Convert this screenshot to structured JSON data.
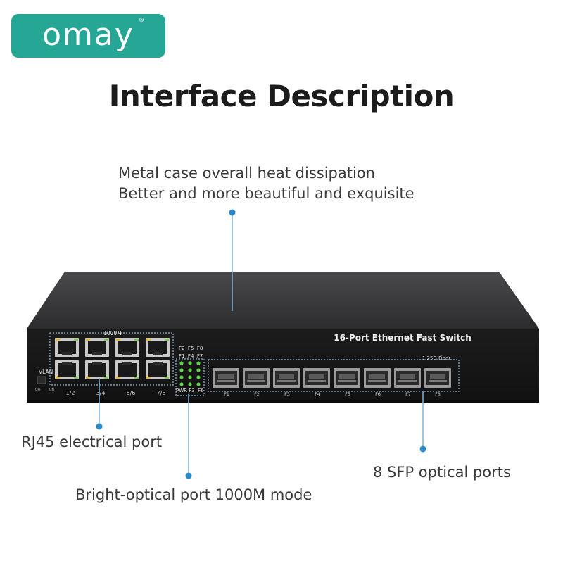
{
  "brand": {
    "logo_text": "omay",
    "reg_mark": "®",
    "brand_color": "#26a795"
  },
  "title": "Interface Description",
  "notes": {
    "top_line1": "Metal case overall heat dissipation",
    "top_line2": "Better and more beautiful and exquisite",
    "rj45": "RJ45 electrical port",
    "bright": "Bright-optical port 1000M mode",
    "sfp": "8 SFP optical ports"
  },
  "device": {
    "front_label": "16-Port Ethernet Fast Switch",
    "rj45_group_label": "1000M",
    "rj45_port_labels": [
      "1/2",
      "3/4",
      "5/6",
      "7/8"
    ],
    "vlan_label": "VLAN",
    "vlan_off": "OFF",
    "vlan_on": "ON",
    "led_row1": "F2  F5  F8",
    "led_row2": "F1  F4  F7",
    "led_row3": "PWR F3  F6",
    "sfp_group_label": "1.25G Fiber",
    "sfp_port_labels": [
      "F1",
      "F2",
      "F3",
      "F4",
      "F5",
      "F6",
      "F7",
      "F8"
    ],
    "callout_color": "#2a8ac9"
  }
}
